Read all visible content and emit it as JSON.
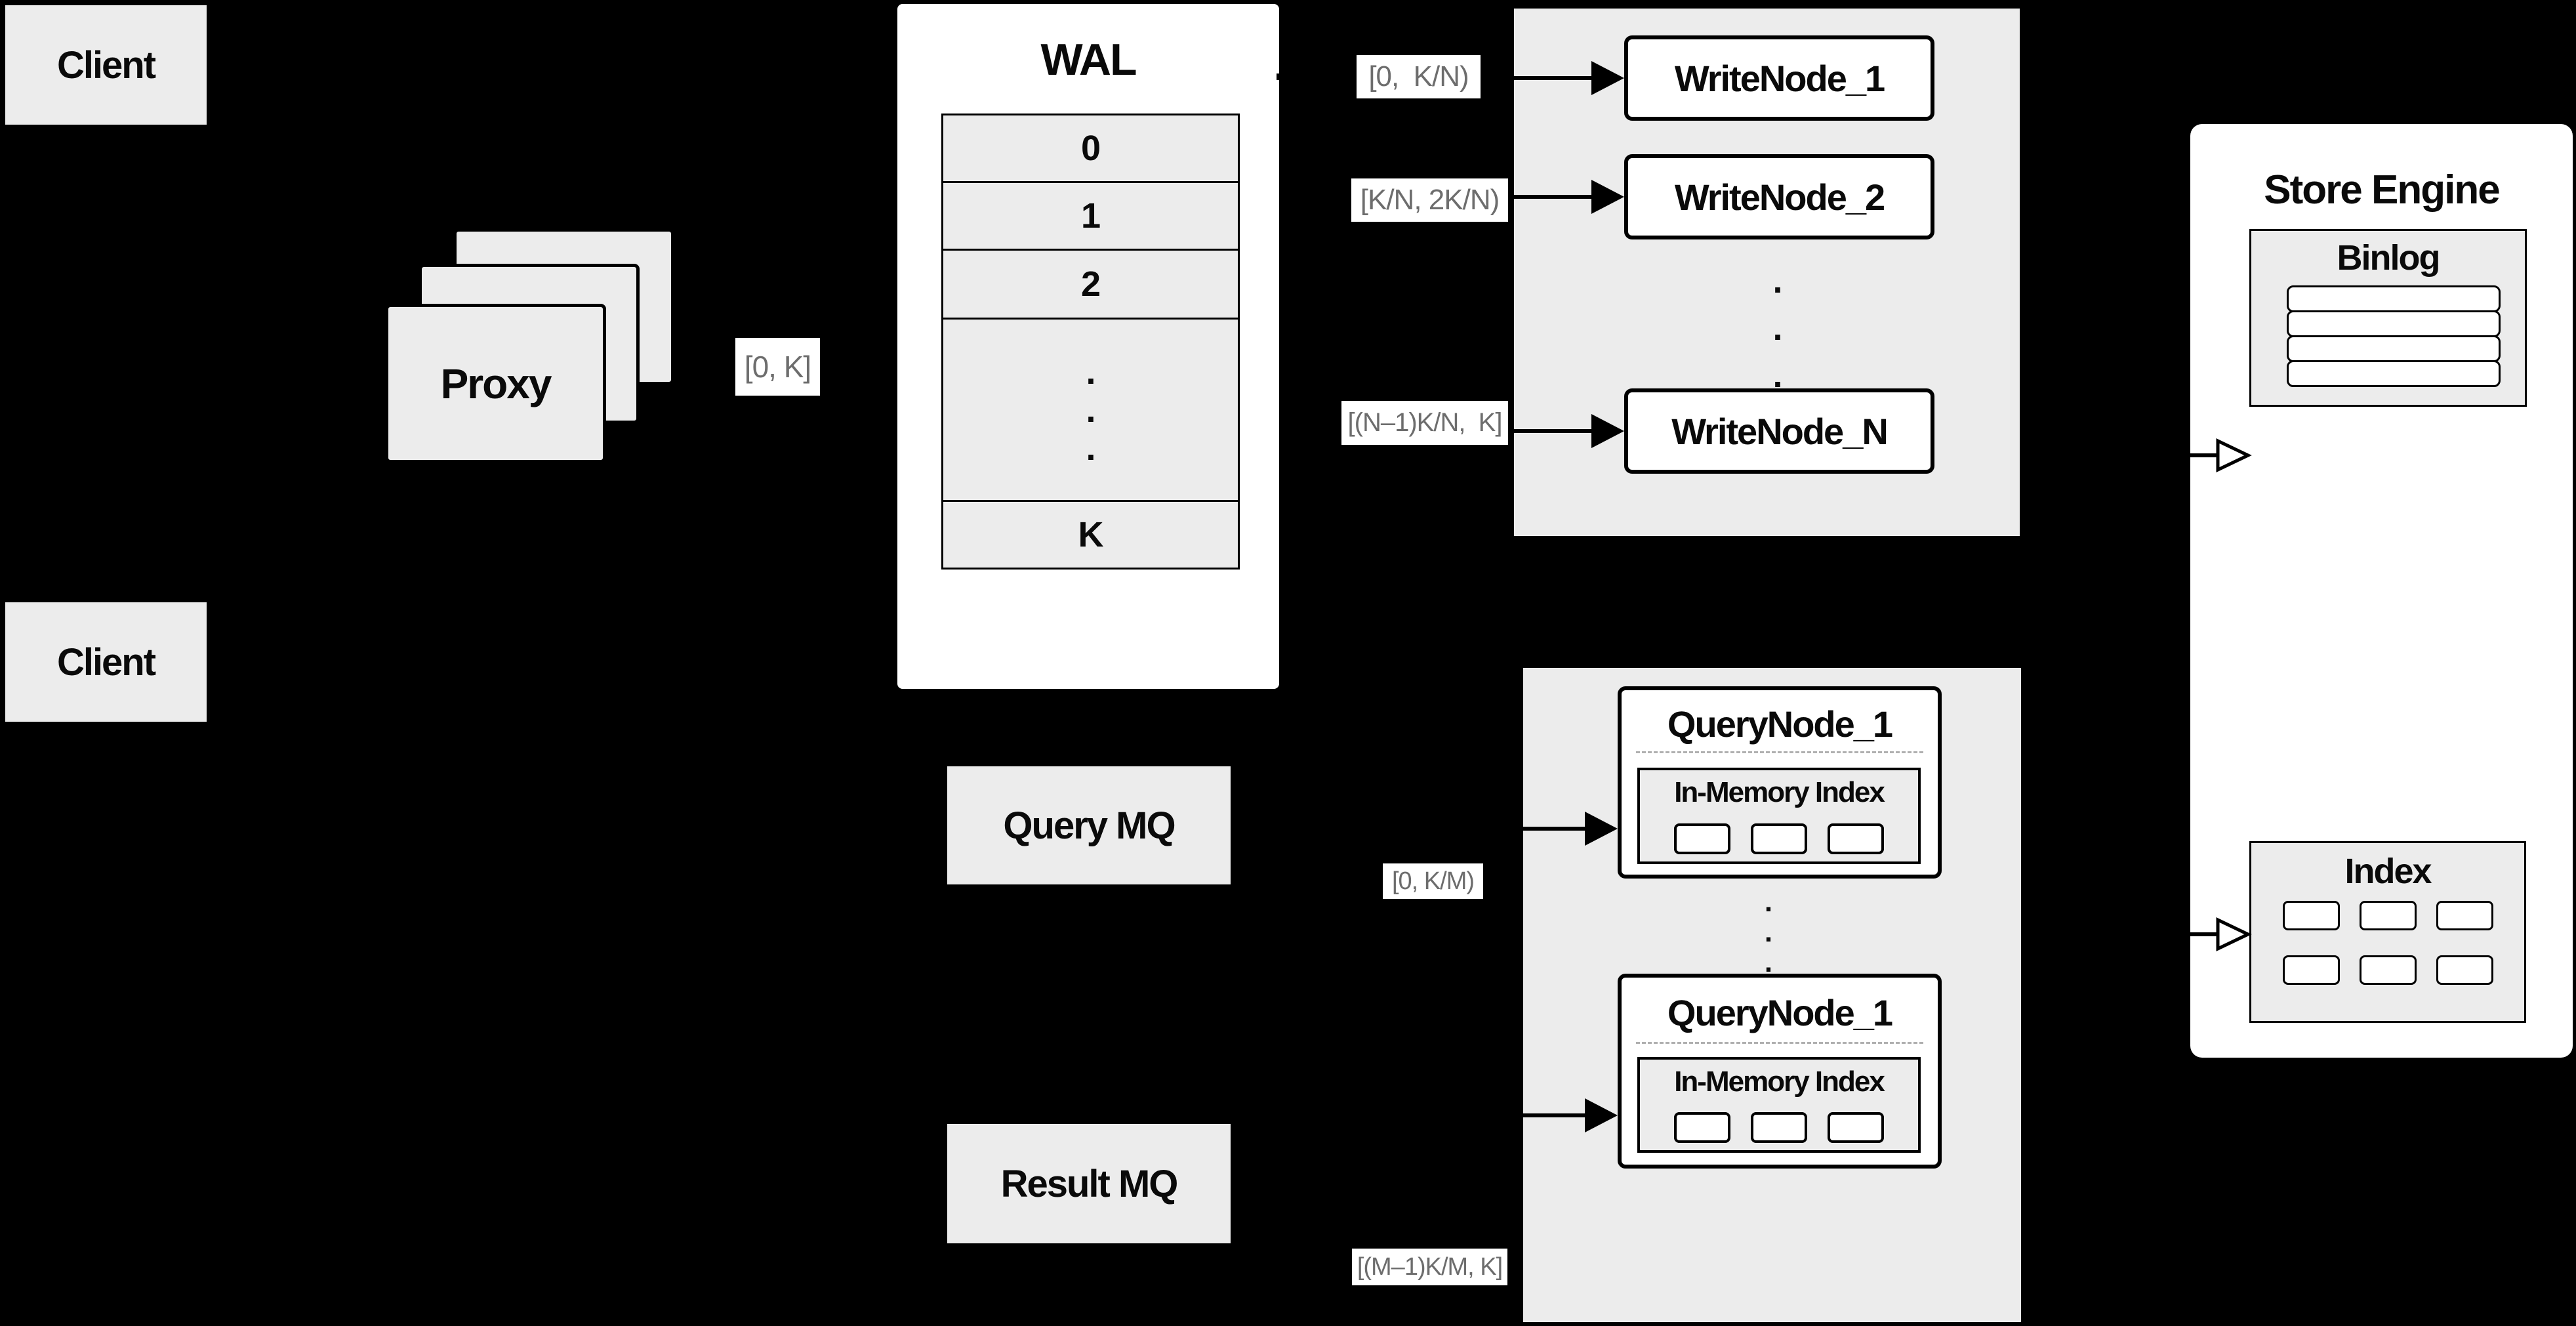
{
  "diagram": {
    "clients": {
      "top": "Client",
      "bottom": "Client"
    },
    "proxy": {
      "label": "Proxy",
      "range_label": "[0, K]"
    },
    "wal": {
      "title": "WAL",
      "rows": [
        "0",
        "1",
        "2",
        ".\n.\n.",
        "K"
      ]
    },
    "write_section": {
      "ranges": [
        "[0,  K/N)",
        "[K/N, 2K/N)",
        "[(N–1)K/N,  K]"
      ],
      "nodes": [
        "WriteNode_1",
        "WriteNode_2",
        "WriteNode_N"
      ],
      "ellipsis": ".\n.\n."
    },
    "query_section": {
      "query_mq": "Query MQ",
      "result_mq": "Result MQ",
      "ranges": [
        "[0, K/M)",
        "[(M–1)K/M, K]"
      ],
      "nodes": [
        {
          "title": "QueryNode_1",
          "index_title": "In-Memory Index"
        },
        {
          "title": "QueryNode_1",
          "index_title": "In-Memory Index"
        }
      ],
      "ellipsis": ".\n.\n."
    },
    "store_engine": {
      "title": "Store Engine",
      "binlog_title": "Binlog",
      "index_title": "Index"
    },
    "colors": {
      "background": "#000000",
      "panel_gray": "#ececec",
      "panel_white": "#ffffff",
      "border": "#000000",
      "chip_text": "#6d6d6d"
    }
  }
}
